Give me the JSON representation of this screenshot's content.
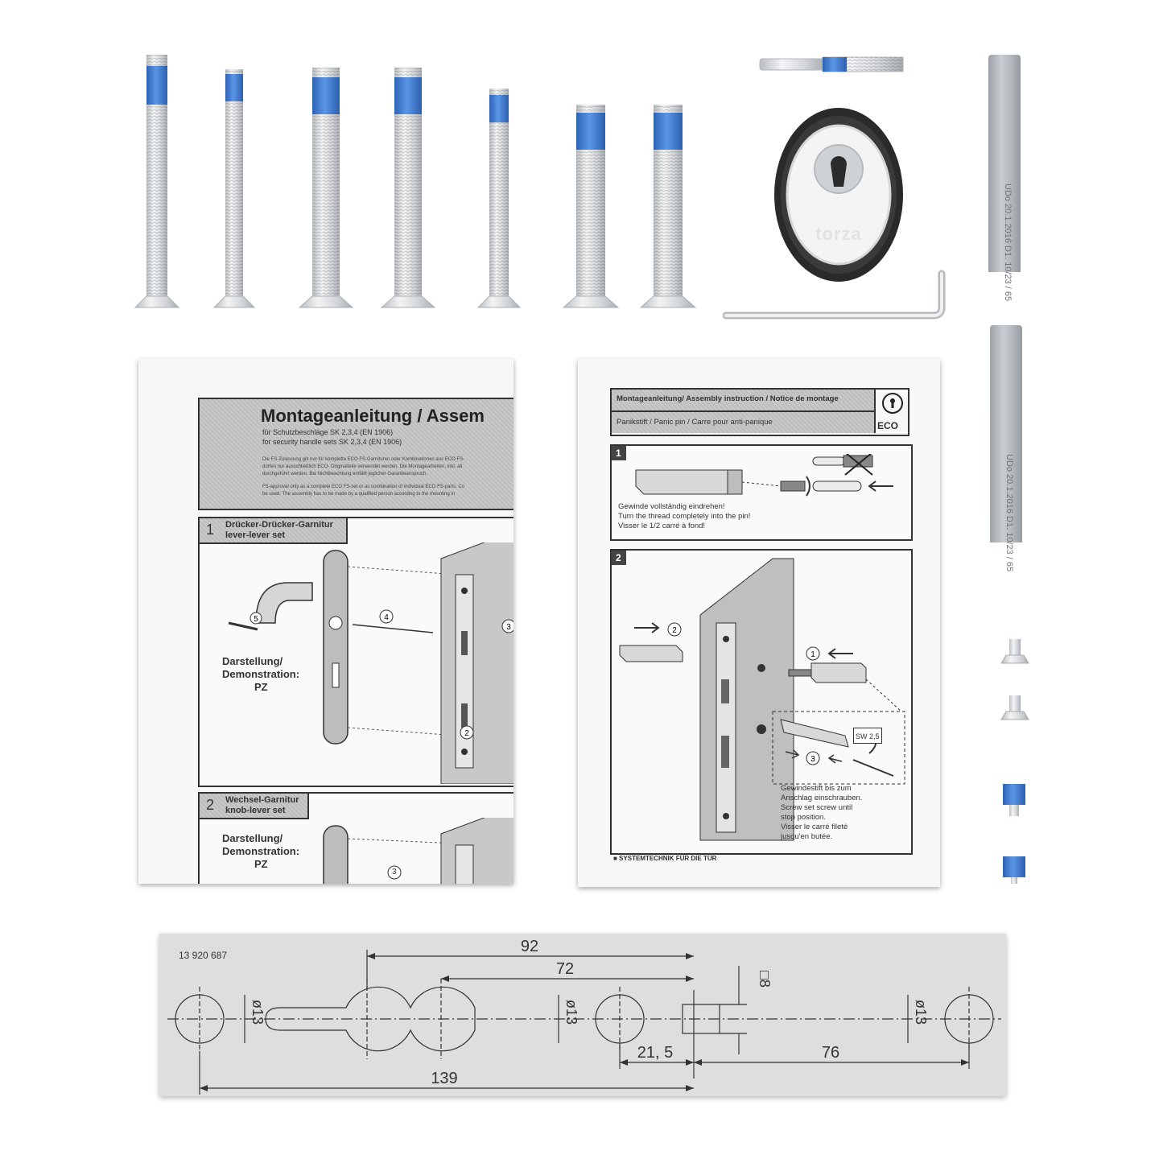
{
  "instruction_left": {
    "title": "Montageanleitung / Assem",
    "subtitle_de": "für Schutzbeschläge SK 2,3,4 (EN 1906)",
    "subtitle_en": "for security handle sets SK 2,3,4 (EN 1906)",
    "note_de_1": "Die FS-Zulassung gilt nur für komplette ECO FS-Garnituren oder Kombinationen aus ECO FS-",
    "note_de_2": "dürfen nur ausschließlich ECO- Originalteile verwendet werden. Die Montagearbeiten, inkl. all",
    "note_de_3": "durchgeführt werden. Bei Nichtbeachtung entfällt jeglicher Garantieanspruch.",
    "note_en_1": "FS-approval only as a complete ECO FS-set or as combination of individual ECO FS-parts. Co",
    "note_en_2": "be used. The assembly has to be made by a qualified person according to the mounting in",
    "step1_num": "1",
    "step1_title_de": "Drücker-Drücker-Garnitur",
    "step1_title_en": "lever-lever set",
    "step2_num": "2",
    "step2_title_de": "Wechsel-Garnitur",
    "step2_title_en": "knob-lever set",
    "demo_label_1": "Darstellung/",
    "demo_label_2": "Demonstration:",
    "demo_label_3": "PZ",
    "callout_2": "2",
    "callout_3": "3",
    "callout_4": "4",
    "callout_5": "5"
  },
  "instruction_right": {
    "title": "Montageanleitung/ Assembly instruction / Notice de montage",
    "subtitle": "Panikstift / Panic pin / Carre pour anti-panique",
    "brand": "ECO",
    "step1_num": "1",
    "step1_text_1": "Gewinde vollständig eindrehen!",
    "step1_text_2": "Turn the thread completely into the pin!",
    "step1_text_3": "Visser le 1/2 carré à fond!",
    "step2_num": "2",
    "step2_text_1": "Gewindestift bis zum",
    "step2_text_2": "Anschlag einschrauben.",
    "step2_text_3": "Screw set screw until",
    "step2_text_4": "stop position.",
    "step2_text_5": "Visser le carré fileté",
    "step2_text_6": "jusqu'en butée.",
    "sw_label": "SW 2,5",
    "callout_1": "1",
    "callout_2": "2",
    "callout_3": "3",
    "footer": "■ SYSTEMTECHNIK FÜR DIE TÜR"
  },
  "cover": {
    "brand": "torza"
  },
  "square_spindle": {
    "marking": "UDo 20.1.2016  D1. 10/23 / 65"
  },
  "template": {
    "article_no": "13 920 687",
    "dim_92": "92",
    "dim_72": "72",
    "dim_8": "□8",
    "dim_13a": "ø13",
    "dim_13b": "ø13",
    "dim_13c": "ø13",
    "dim_21_5": "21, 5",
    "dim_76": "76",
    "dim_139": "139"
  },
  "colors": {
    "thread_lock": "#3a78d4",
    "steel": "#d9dcdf",
    "steel_dark": "#9ea3a8",
    "template_bg": "#dedede"
  }
}
